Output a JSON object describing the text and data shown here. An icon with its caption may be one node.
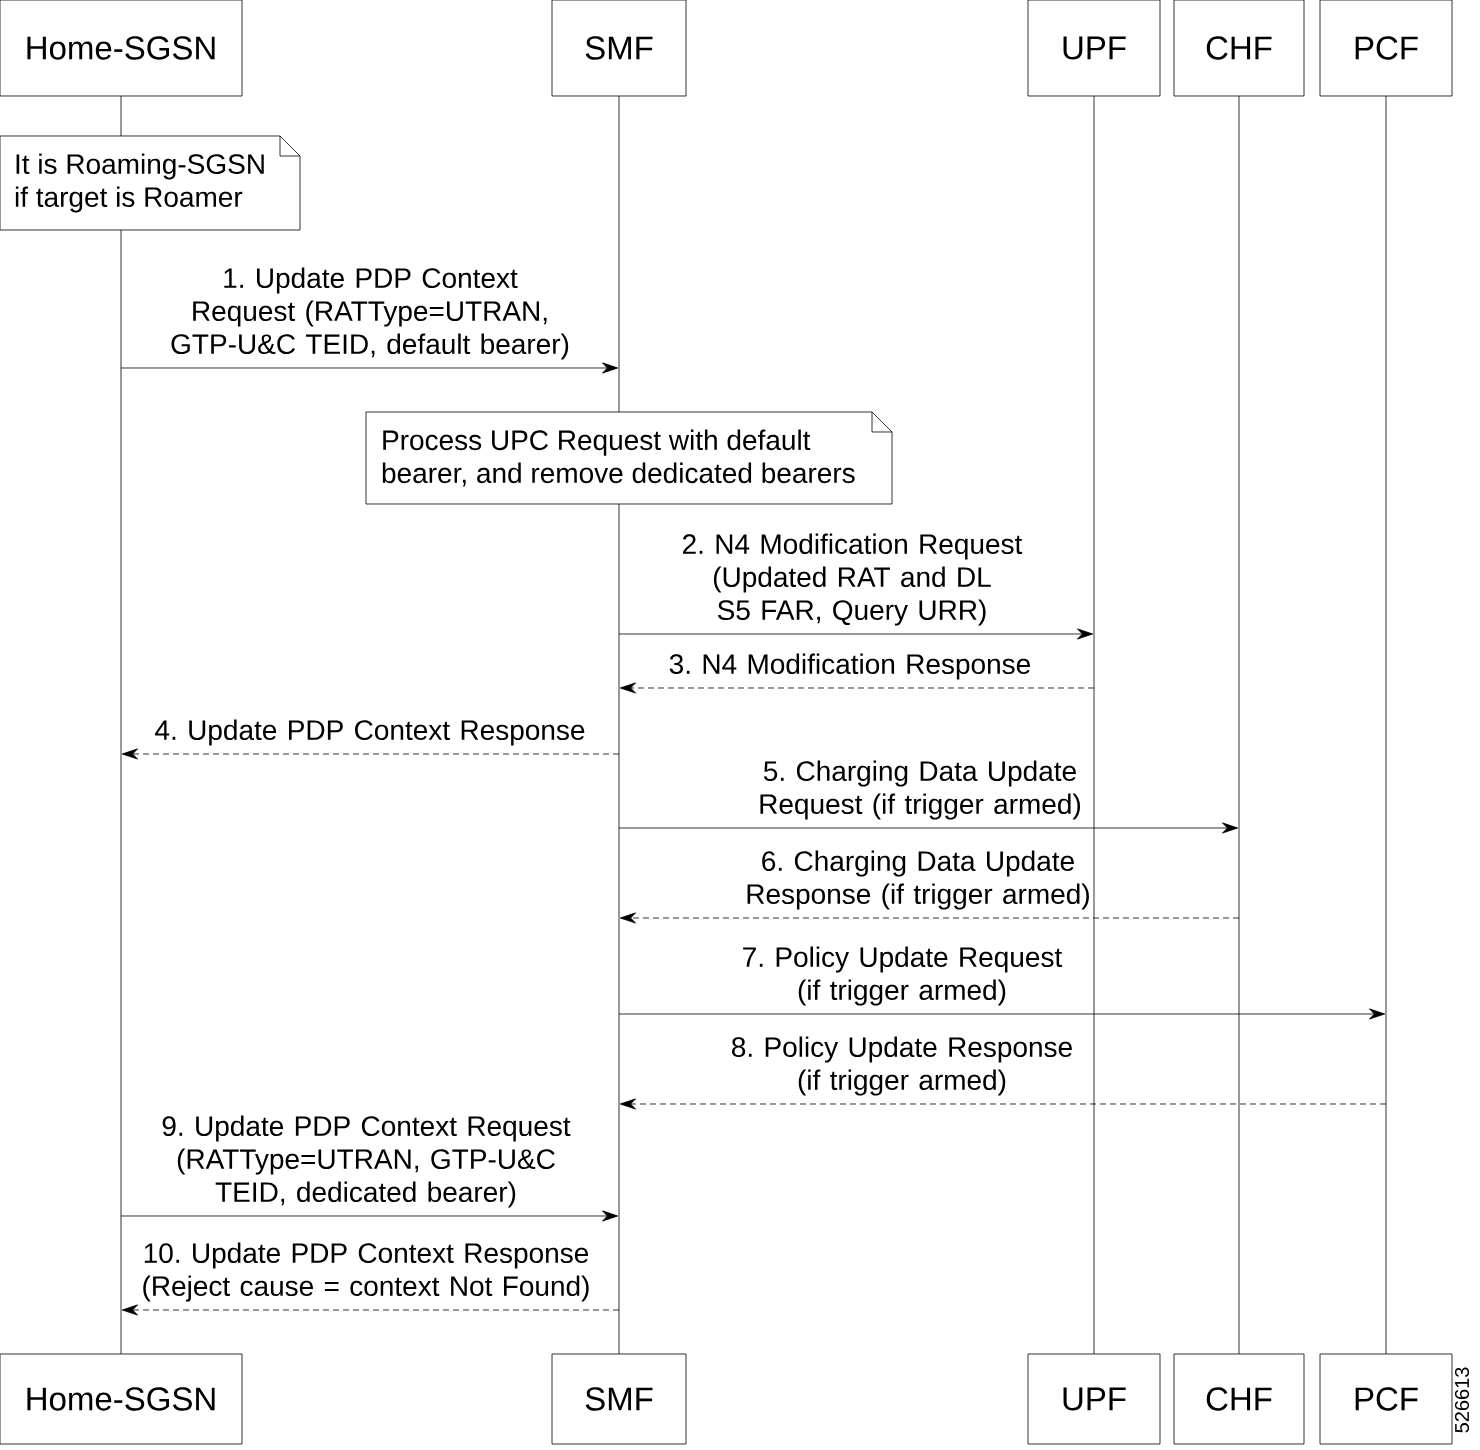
{
  "diagram": {
    "nodes": [
      {
        "text": [
          "Home-SGSN"
        ]
      },
      {
        "text": [
          "SMF"
        ]
      },
      {
        "text": [
          "UPF"
        ]
      },
      {
        "text": [
          "CHF"
        ]
      },
      {
        "text": [
          "PCF"
        ]
      },
      {
        "text": [
          "Home-SGSN"
        ]
      },
      {
        "text": [
          "SMF"
        ]
      },
      {
        "text": [
          "UPF"
        ]
      },
      {
        "text": [
          "CHF"
        ]
      },
      {
        "text": [
          "PCF"
        ]
      },
      {
        "text": [
          "It is Roaming-SGSN if target is Roamer"
        ]
      },
      {
        "text": [
          "Process UPC Request with default bearer, and remove dedicated bearers"
        ]
      },
      {
        "text": [],
        "shape": "bar"
      },
      {
        "text": [],
        "shape": "bar"
      },
      {
        "text": [],
        "shape": "bar"
      },
      {
        "text": [],
        "shape": "bar"
      },
      {
        "text": [],
        "shape": "bar"
      },
      {
        "text": [],
        "shape": "bar"
      },
      {
        "text": [],
        "shape": "bar"
      }
    ],
    "edges": [
      {
        "from": 13,
        "to": 14,
        "arrow": "to",
        "label": "1. Update PDP Context Request (RATType=UTRAN, GTP-U&C TEID, default bearer)"
      },
      {
        "from": 15,
        "to": 16,
        "arrow": "to",
        "label": "2. N4 Modification Request (Updated RAT and DL S5 FAR, Query URR)"
      },
      {
        "from": 16,
        "to": 15,
        "arrow": "to",
        "style": "dashed",
        "label": "3. N4 Modification Response"
      },
      {
        "from": 15,
        "to": 13,
        "arrow": "to",
        "style": "dashed",
        "label": "4. Update PDP Context Response"
      },
      {
        "from": 15,
        "to": 17,
        "arrow": "to",
        "label": "5. Charging Data Update Request (if trigger armed)"
      },
      {
        "from": 17,
        "to": 15,
        "arrow": "to",
        "style": "dashed",
        "label": "6. Charging Data Update Response (if trigger armed)"
      },
      {
        "from": 15,
        "to": 18,
        "arrow": "to",
        "label": "7. Policy Update Request (if trigger armed)"
      },
      {
        "from": 18,
        "to": 15,
        "arrow": "to",
        "style": "dashed",
        "label": "8. Policy Update Response (if trigger armed)"
      },
      {
        "from": 13,
        "to": 15,
        "arrow": "to",
        "label": "9. Update PDP Context Request (RATType=UTRAN, GTP-U&C TEID, dedicated bearer)"
      },
      {
        "from": 15,
        "to": 13,
        "arrow": "to",
        "style": "dashed",
        "label": "10. Update PDP Context Response (Reject cause = context Not Found)"
      }
    ],
    "labels": [
      "526613"
    ]
  }
}
